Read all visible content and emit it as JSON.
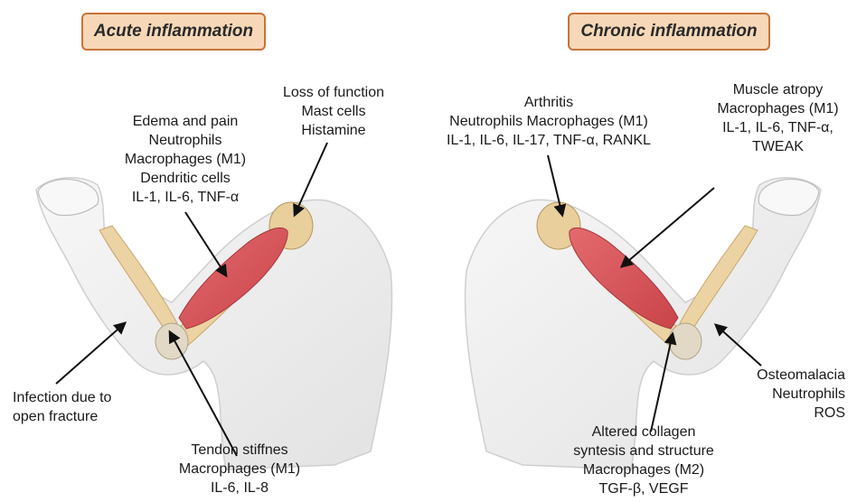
{
  "panels": {
    "acute": {
      "title": "Acute inflammation",
      "labels": {
        "loss": [
          "Loss of function",
          "Mast cells",
          "Histamine"
        ],
        "edema": [
          "Edema and pain",
          "Neutrophils",
          "Macrophages (M1)",
          "Dendritic cells",
          "IL-1, IL-6, TNF-α"
        ],
        "infection": [
          "Infection due to",
          "open fracture"
        ],
        "tendon": [
          "Tendon stiffnes",
          "Macrophages (M1)",
          "IL-6, IL-8"
        ]
      }
    },
    "chronic": {
      "title": "Chronic inflammation",
      "labels": {
        "arthritis": [
          "Arthritis",
          "Neutrophils Macrophages (M1)",
          "IL-1, IL-6, IL-17, TNF-α, RANKL"
        ],
        "muscle": [
          "Muscle atropy",
          "Macrophages (M1)",
          "IL-1, IL-6, TNF-α,",
          "TWEAK"
        ],
        "osteomalacia": [
          "Osteomalacia",
          "Neutrophils",
          "ROS"
        ],
        "collagen": [
          "Altered collagen",
          "syntesis and structure",
          "Macrophages (M2)",
          "TGF-β, VEGF"
        ]
      }
    }
  },
  "colors": {
    "title_fill": "#f6d8b8",
    "title_border": "#c8733a",
    "skin": "#f3f3f3",
    "bone": "#ecd3a3",
    "muscle": "#d9575c",
    "arrow": "#111111"
  }
}
